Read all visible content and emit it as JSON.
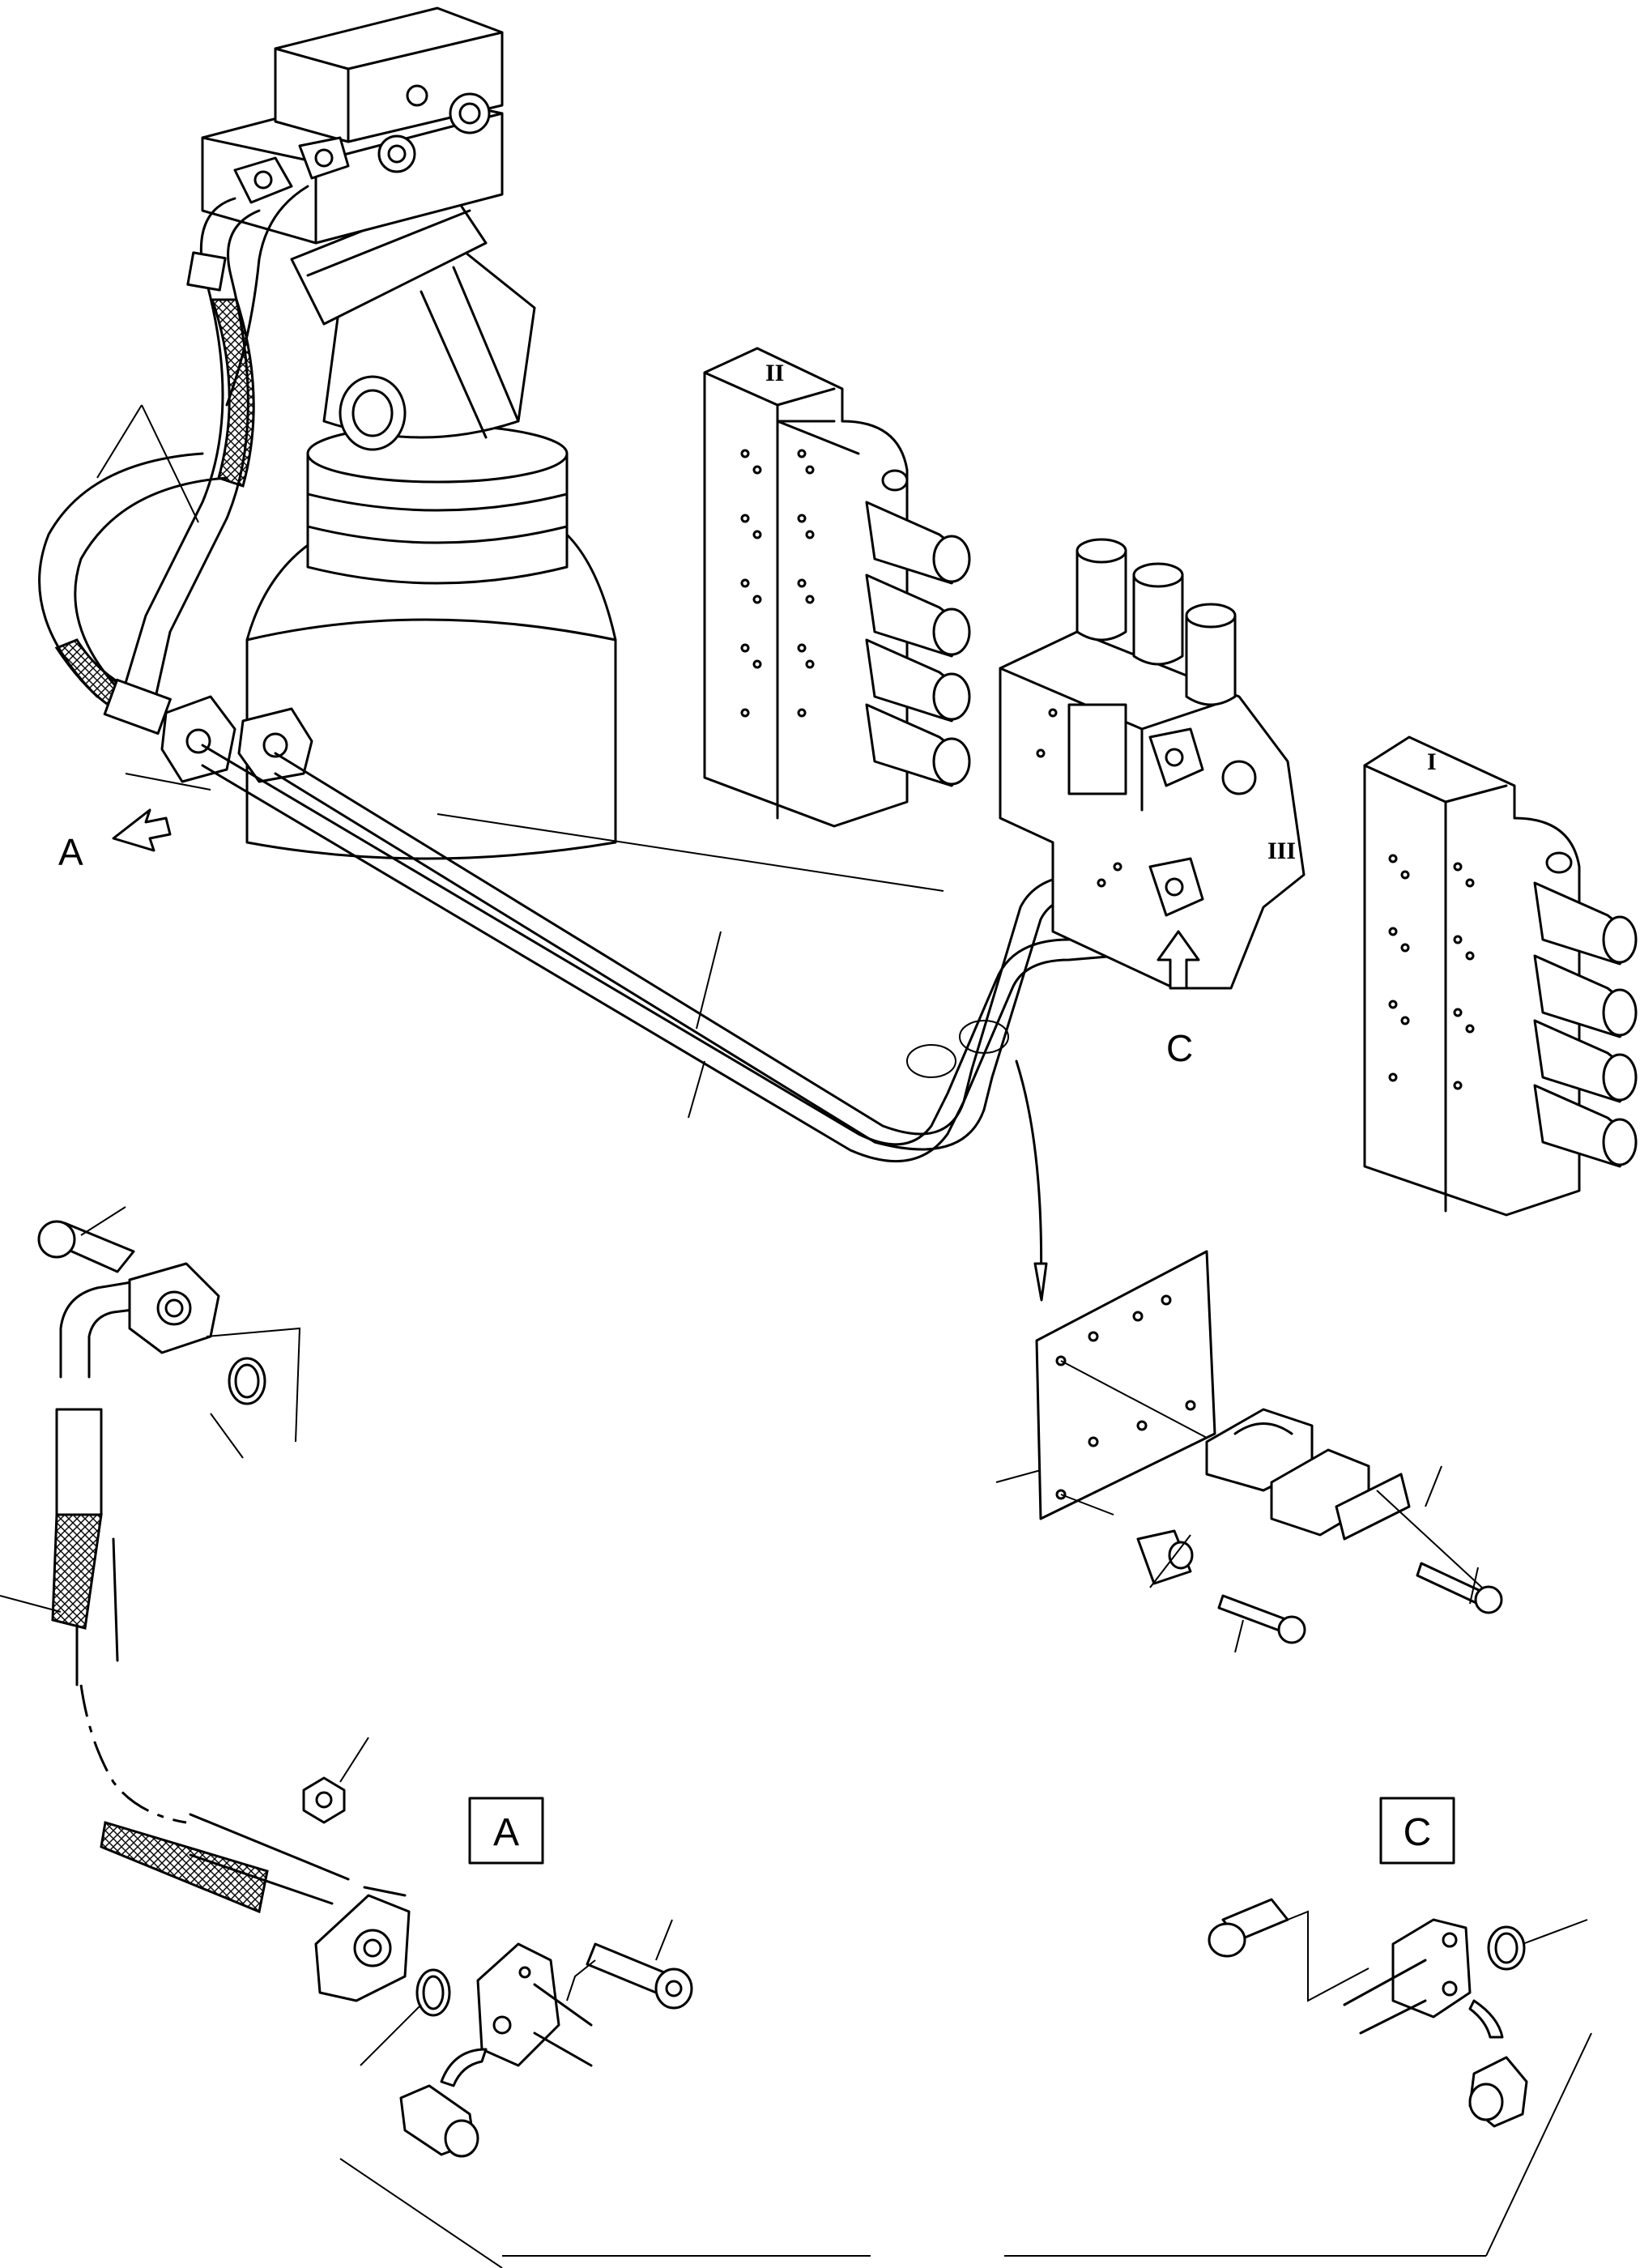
{
  "labels": {
    "view_a": "A",
    "view_c": "C",
    "detail_a": "A",
    "detail_c": "C",
    "valve_i": "I",
    "valve_ii": "II",
    "valve_iii": "III"
  }
}
